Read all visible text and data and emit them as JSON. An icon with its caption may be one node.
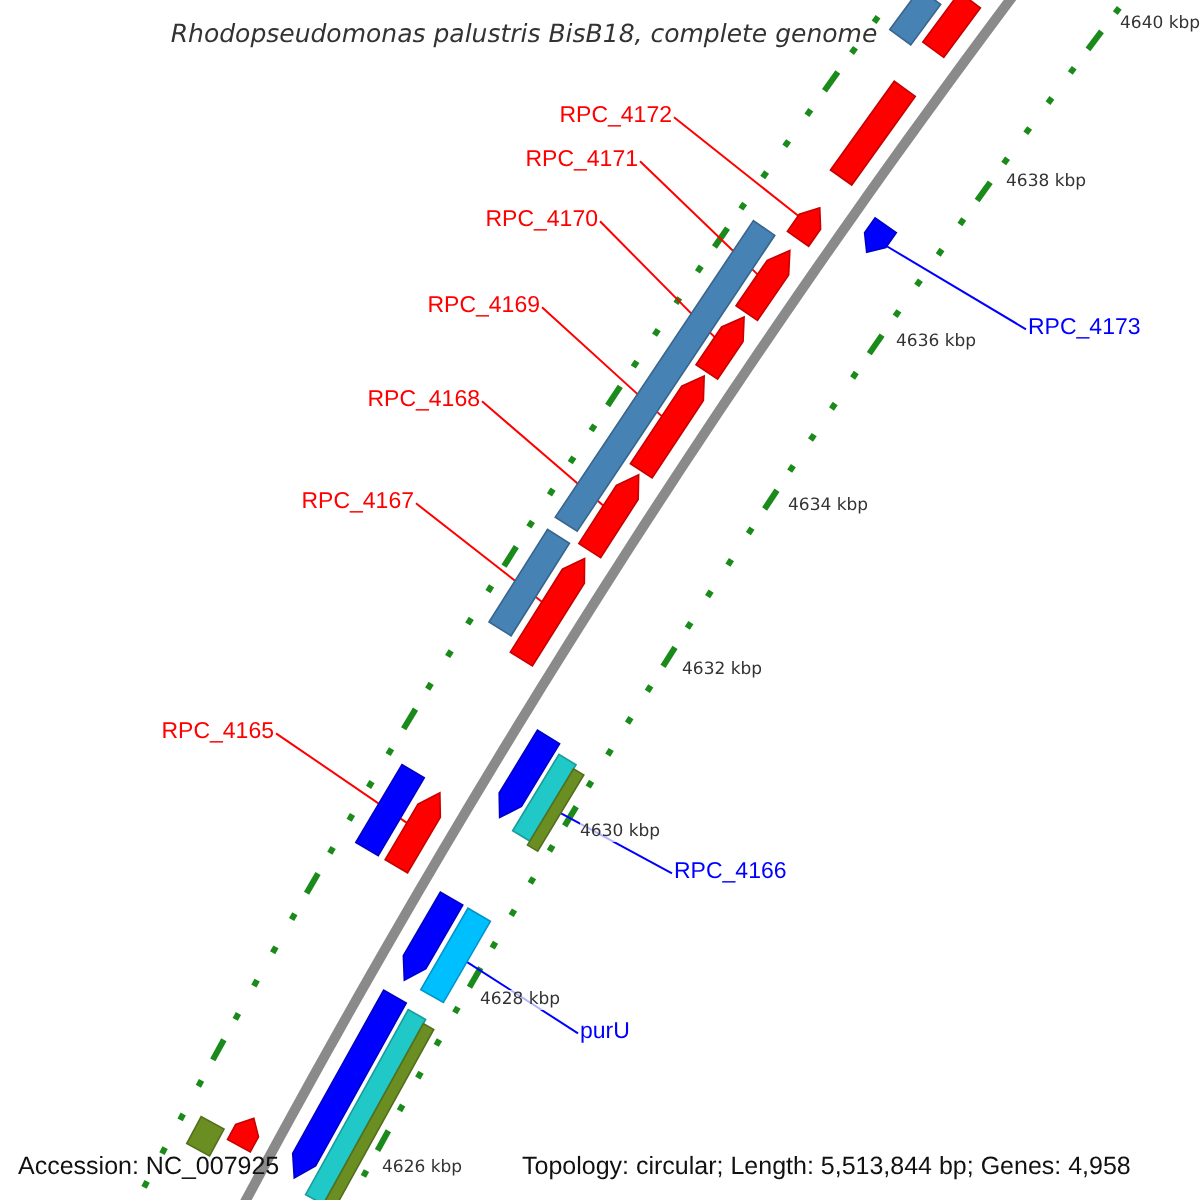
{
  "diagram": {
    "title": "Rhodopseudomonas palustris BisB18, complete genome",
    "nodes": [
      {
        "text": [
          "RPC_4172"
        ]
      },
      {
        "text": [
          "RPC_4171"
        ]
      },
      {
        "text": [
          "RPC_4170"
        ]
      },
      {
        "text": [
          "RPC_4169"
        ]
      },
      {
        "text": [
          "RPC_4168"
        ]
      },
      {
        "text": [
          "RPC_4167"
        ]
      },
      {
        "text": [
          "RPC_4173"
        ]
      },
      {
        "text": [
          "RPC_4165"
        ]
      },
      {
        "text": [
          "RPC_4166"
        ]
      },
      {
        "text": [
          "purU"
        ]
      },
      {
        "text": [],
        "shape": "bar"
      },
      {
        "text": [],
        "shape": "bar"
      },
      {
        "text": [],
        "shape": "bar"
      },
      {
        "text": [],
        "shape": "arrow"
      },
      {
        "text": [],
        "shape": "arrow"
      },
      {
        "text": [],
        "shape": "bar"
      },
      {
        "text": [],
        "shape": "arrow"
      },
      {
        "text": [],
        "shape": "arrow"
      },
      {
        "text": [],
        "shape": "arrow"
      },
      {
        "text": [],
        "shape": "arrow"
      },
      {
        "text": [],
        "shape": "bar"
      },
      {
        "text": [],
        "shape": "arrow"
      },
      {
        "text": [],
        "shape": "arrow"
      },
      {
        "text": [],
        "shape": "bar"
      },
      {
        "text": [],
        "shape": "arrow"
      },
      {
        "text": [],
        "shape": "bar"
      },
      {
        "text": [],
        "shape": "bar"
      },
      {
        "text": [],
        "shape": "arrow"
      },
      {
        "text": [],
        "shape": "bar"
      },
      {
        "text": [],
        "shape": "arrow"
      },
      {
        "text": [],
        "shape": "bar"
      },
      {
        "text": [],
        "shape": "bar"
      },
      {
        "text": [],
        "shape": "bar"
      },
      {
        "text": [],
        "shape": "arrow"
      }
    ],
    "edges": [
      {
        "from": 0,
        "to": 13,
        "arrow": "none"
      },
      {
        "from": 1,
        "to": 16,
        "arrow": "none"
      },
      {
        "from": 2,
        "to": 17,
        "arrow": "none"
      },
      {
        "from": 3,
        "to": 18,
        "arrow": "none"
      },
      {
        "from": 4,
        "to": 19,
        "arrow": "none"
      },
      {
        "from": 5,
        "to": 21,
        "arrow": "none"
      },
      {
        "from": 6,
        "to": 14,
        "arrow": "none",
        "color": "#0000ff"
      },
      {
        "from": 7,
        "to": 24,
        "arrow": "none"
      },
      {
        "from": 8,
        "to": 26,
        "arrow": "none",
        "color": "#0000ff"
      },
      {
        "from": 9,
        "to": 28,
        "arrow": "none",
        "color": "#0000ff"
      }
    ],
    "labels": [
      "4640 kbp",
      "4638 kbp",
      "4636 kbp",
      "4634 kbp",
      "4632 kbp",
      "4630 kbp",
      "4628 kbp",
      "4626 kbp",
      "Accession: NC_007925",
      "Topology: circular; Length: 5,513,844 bp; Genes: 4,958"
    ]
  }
}
